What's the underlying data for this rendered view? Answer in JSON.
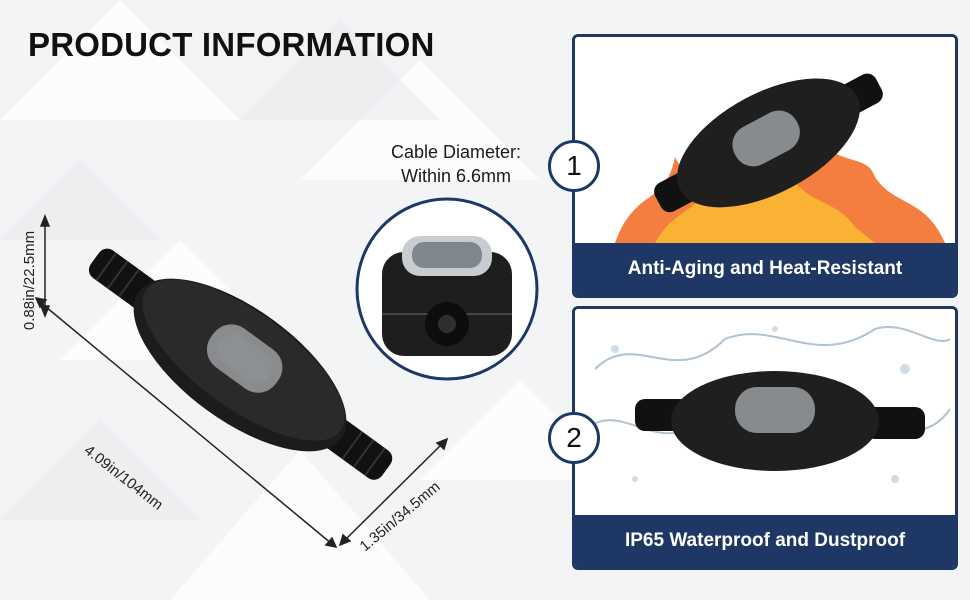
{
  "header": {
    "title": "PRODUCT INFORMATION"
  },
  "callout": {
    "line1": "Cable Diameter:",
    "line2": "Within 6.6mm"
  },
  "dimensions": {
    "height": "0.88in/22.5mm",
    "length": "4.09in/104mm",
    "width": "1.35in/34.5mm"
  },
  "features": [
    {
      "number": "1",
      "caption": "Anti-Aging and Heat-Resistant",
      "icon": "flame-icon"
    },
    {
      "number": "2",
      "caption": "IP65 Waterproof and Dustproof",
      "icon": "water-splash-icon"
    }
  ],
  "colors": {
    "accent": "#1e3764",
    "product": "#1b1b1b",
    "fire": "#f2702a",
    "water": "#9fb3c4"
  }
}
